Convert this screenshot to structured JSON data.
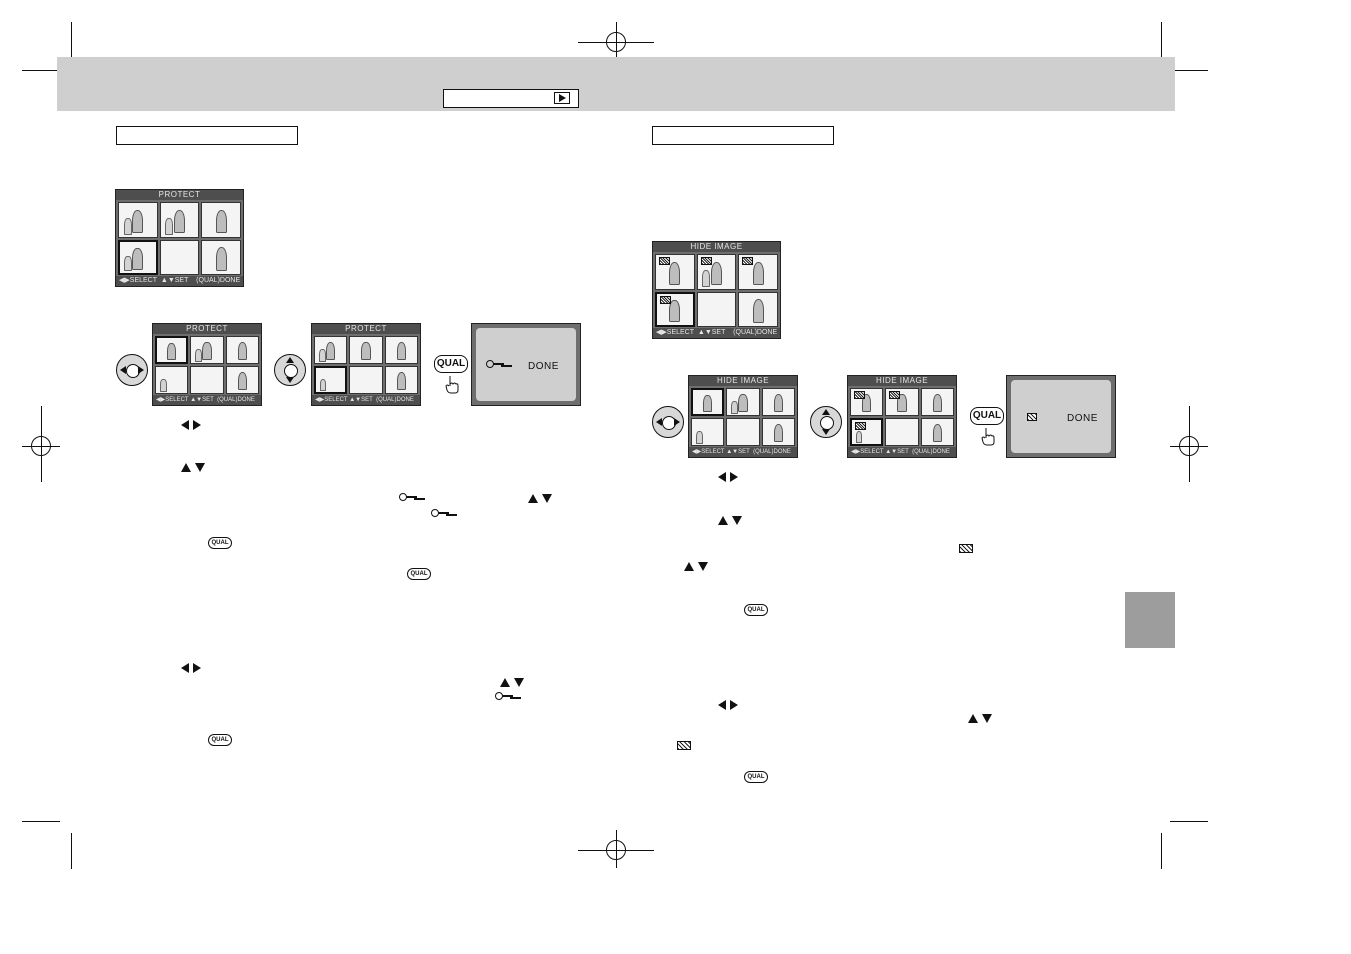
{
  "screens": {
    "protect_title": "PROTECT",
    "hide_title": "HIDE IMAGE",
    "footer_select": "SELECT",
    "footer_set": "SET",
    "footer_qual": "QUAL",
    "footer_done": "DONE"
  },
  "done_dialog": {
    "label": "DONE"
  },
  "qual_button": {
    "label": "QUAL"
  },
  "icons": {
    "play": "play-icon",
    "key": "key-icon",
    "hide": "hide-icon",
    "multi_selector": "multi-selector-icon",
    "hand": "hand-icon"
  },
  "colors": {
    "header_band": "#cfcfcf",
    "screen_bg": "#6e6e6e",
    "side_tab": "#9d9d9d"
  }
}
